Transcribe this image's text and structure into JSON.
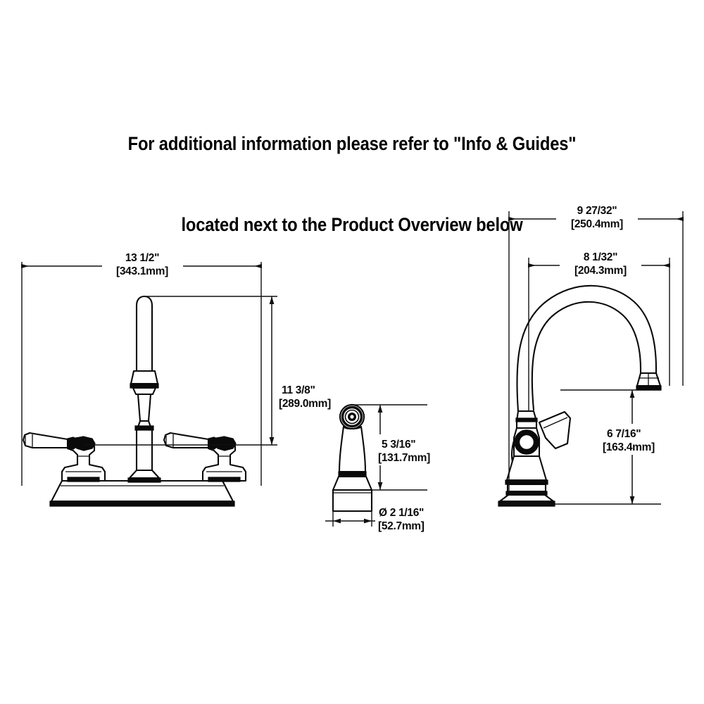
{
  "heading": {
    "line1": "For additional information please refer to \"Info & Guides\"",
    "line2": "located next to the Product Overview below"
  },
  "drawing": {
    "title": "Kitchen bridge faucet dimensional drawing",
    "views": [
      {
        "name": "front-view",
        "label": "Front view of bridge faucet with two lever handles and center spout"
      },
      {
        "name": "side-spray-view",
        "label": "Side spray head"
      },
      {
        "name": "side-profile-view",
        "label": "Side profile of gooseneck spout with lever handle"
      }
    ],
    "line_color": "#0a0a0a",
    "background_color": "#ffffff"
  },
  "dimensions": {
    "front_width": {
      "imperial": "13 1/2\"",
      "metric": "[343.1mm]"
    },
    "front_height": {
      "imperial": "11 3/8\"",
      "metric": "[289.0mm]"
    },
    "spray_height": {
      "imperial": "5 3/16\"",
      "metric": "[131.7mm]"
    },
    "spray_diameter": {
      "imperial": "Ø 2 1/16\"",
      "metric": "[52.7mm]"
    },
    "side_overall_reach": {
      "imperial": "9 27/32\"",
      "metric": "[250.4mm]"
    },
    "side_spout_reach": {
      "imperial": "8 1/32\"",
      "metric": "[204.3mm]"
    },
    "side_spout_height": {
      "imperial": "6 7/16\"",
      "metric": "[163.4mm]"
    }
  }
}
